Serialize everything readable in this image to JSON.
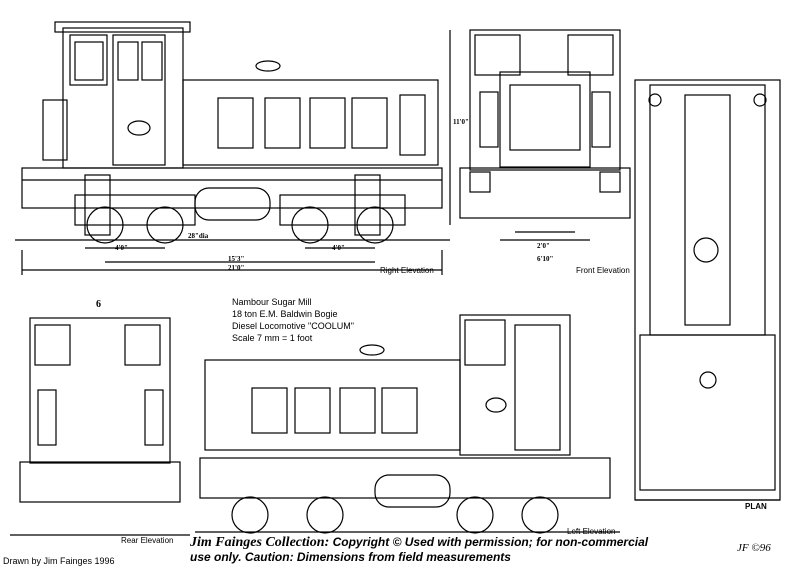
{
  "title_block": {
    "line1": "Nambour Sugar Mill",
    "line2": "18 ton E.M. Baldwin Bogie",
    "line3": "Diesel Locomotive \"COOLUM\"",
    "line4": "Scale 7 mm  = 1 foot"
  },
  "views": {
    "right_elevation": "Right Elevation",
    "front_elevation": "Front Elevation",
    "rear_elevation": "Rear Elevation",
    "left_elevation": "Left Elevation",
    "plan": "PLAN"
  },
  "dimensions": {
    "wheel_dia": "28\"dia",
    "bogie_wheelbase_a": "4'0\"",
    "bogie_centres": "15'3\"",
    "bogie_wheelbase_b": "4'0\"",
    "overall_length": "21'0\"",
    "height": "11'0\"",
    "gauge": "2'0\"",
    "width": "6'10\""
  },
  "footer": {
    "collection": "Jim Fainges Collection:",
    "copyright": " Copyright © Used with permission; for non-commercial",
    "line2": "use only. Caution: Dimensions from field measurements"
  },
  "drawn_by": "Drawn by Jim Fainges 1996",
  "signature": "JF ©96",
  "rear_number": "6"
}
